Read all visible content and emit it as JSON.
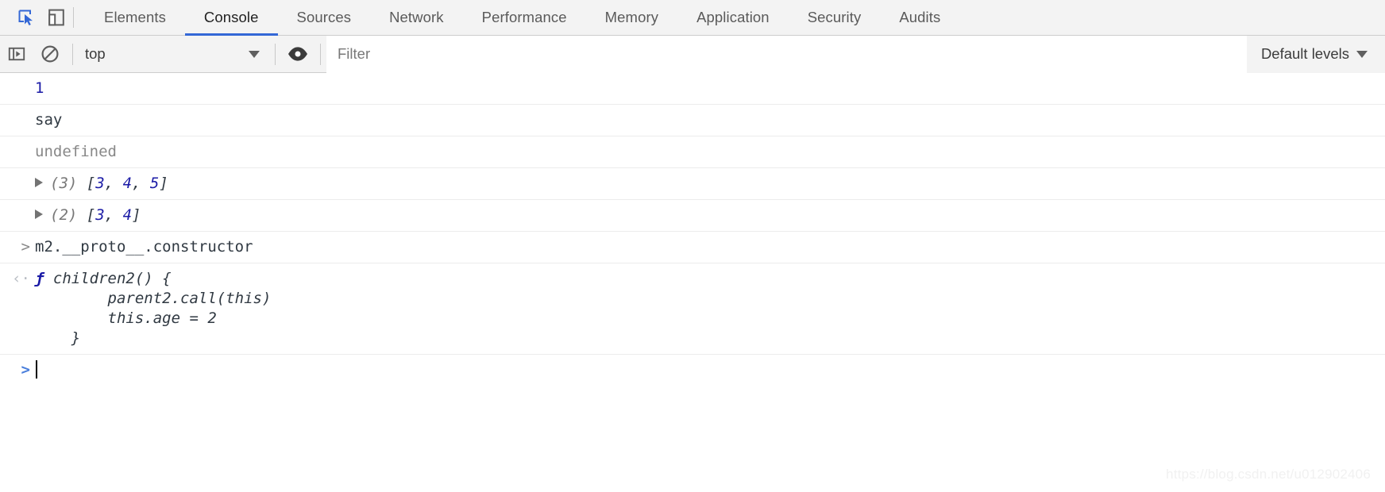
{
  "tabbar": {
    "inspect_icon": "inspect-element-icon",
    "device_icon": "device-toolbar-icon",
    "tabs": [
      {
        "label": "Elements",
        "active": false
      },
      {
        "label": "Console",
        "active": true
      },
      {
        "label": "Sources",
        "active": false
      },
      {
        "label": "Network",
        "active": false
      },
      {
        "label": "Performance",
        "active": false
      },
      {
        "label": "Memory",
        "active": false
      },
      {
        "label": "Application",
        "active": false
      },
      {
        "label": "Security",
        "active": false
      },
      {
        "label": "Audits",
        "active": false
      }
    ],
    "active_tab_accent": "#3367d6"
  },
  "toolbar": {
    "sidebar_icon": "console-sidebar-icon",
    "clear_icon": "clear-console-icon",
    "context_value": "top",
    "context_caret": "chevron-down-icon",
    "eye_icon": "live-expression-eye-icon",
    "filter_placeholder": "Filter",
    "filter_value": "",
    "levels_label": "Default levels",
    "levels_caret": "chevron-down-icon"
  },
  "console": {
    "entries": [
      {
        "kind": "output",
        "gutter": "",
        "parts": [
          {
            "text": "1",
            "style": "t-num"
          }
        ]
      },
      {
        "kind": "output",
        "gutter": "",
        "parts": [
          {
            "text": "say",
            "style": "t-string"
          }
        ]
      },
      {
        "kind": "output",
        "gutter": "",
        "parts": [
          {
            "text": "undefined",
            "style": "t-undef"
          }
        ]
      },
      {
        "kind": "output",
        "gutter": "",
        "expandable": true,
        "parts": [
          {
            "text": "(3) ",
            "style": "t-arrlen"
          },
          {
            "text": "[",
            "style": "t-arrtok"
          },
          {
            "text": "3",
            "style": "t-arrnum"
          },
          {
            "text": ", ",
            "style": "t-arrtok"
          },
          {
            "text": "4",
            "style": "t-arrnum"
          },
          {
            "text": ", ",
            "style": "t-arrtok"
          },
          {
            "text": "5",
            "style": "t-arrnum"
          },
          {
            "text": "]",
            "style": "t-arrtok"
          }
        ]
      },
      {
        "kind": "output",
        "gutter": "",
        "expandable": true,
        "parts": [
          {
            "text": "(2) ",
            "style": "t-arrlen"
          },
          {
            "text": "[",
            "style": "t-arrtok"
          },
          {
            "text": "3",
            "style": "t-arrnum"
          },
          {
            "text": ", ",
            "style": "t-arrtok"
          },
          {
            "text": "4",
            "style": "t-arrnum"
          },
          {
            "text": "]",
            "style": "t-arrtok"
          }
        ]
      },
      {
        "kind": "input",
        "gutter": ">",
        "parts": [
          {
            "text": "m2.__proto__.constructor",
            "style": "t-cmd"
          }
        ]
      },
      {
        "kind": "result",
        "gutter": "‹·",
        "parts": [
          {
            "text": "ƒ ",
            "style": "t-fnsym"
          },
          {
            "text": "children2() {\n        parent2.call(this)\n        this.age = 2\n    }",
            "style": "t-fnbody"
          }
        ]
      }
    ],
    "prompt": {
      "symbol": ">",
      "value": ""
    }
  },
  "watermark": "https://blog.csdn.net/u012902406"
}
